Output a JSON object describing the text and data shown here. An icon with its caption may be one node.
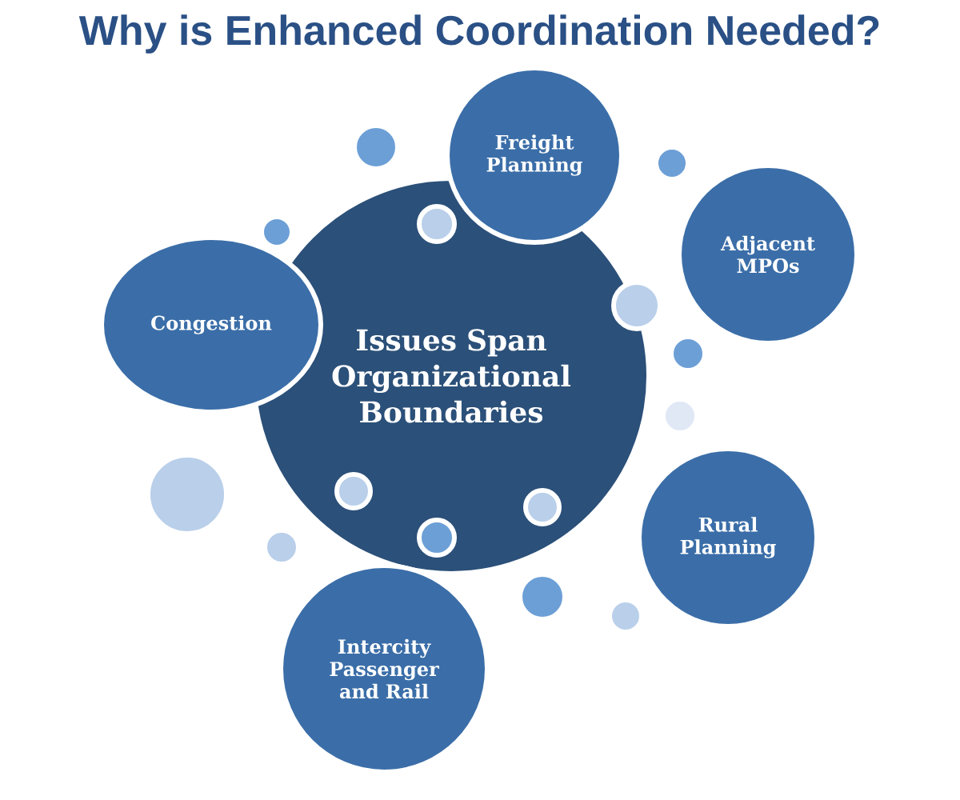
{
  "diagram": {
    "title": "Why is Enhanced Coordination Needed?",
    "nodes": [
      {
        "text": [
          "Issues Span Organizational Boundaries"
        ]
      },
      {
        "text": [
          "Freight Planning"
        ]
      },
      {
        "text": [
          "Adjacent MPOs"
        ]
      },
      {
        "text": [
          "Congestion"
        ]
      },
      {
        "text": [
          "Rural Planning"
        ]
      },
      {
        "text": [
          "Intercity Passenger and Rail"
        ]
      },
      {
        "text": [],
        "shape": "circle"
      },
      {
        "text": [],
        "shape": "circle"
      },
      {
        "text": [],
        "shape": "circle",
        "in": 0
      },
      {
        "text": [],
        "shape": "circle"
      },
      {
        "text": [],
        "shape": "circle"
      },
      {
        "text": [],
        "shape": "circle"
      },
      {
        "text": [],
        "shape": "circle"
      },
      {
        "text": [],
        "shape": "circle",
        "in": 0
      },
      {
        "text": [],
        "shape": "circle"
      },
      {
        "text": [],
        "shape": "circle",
        "in": 0
      },
      {
        "text": [],
        "shape": "circle",
        "in": 0
      },
      {
        "text": [],
        "shape": "circle"
      },
      {
        "text": [],
        "shape": "circle"
      },
      {
        "text": [],
        "shape": "circle"
      }
    ]
  }
}
